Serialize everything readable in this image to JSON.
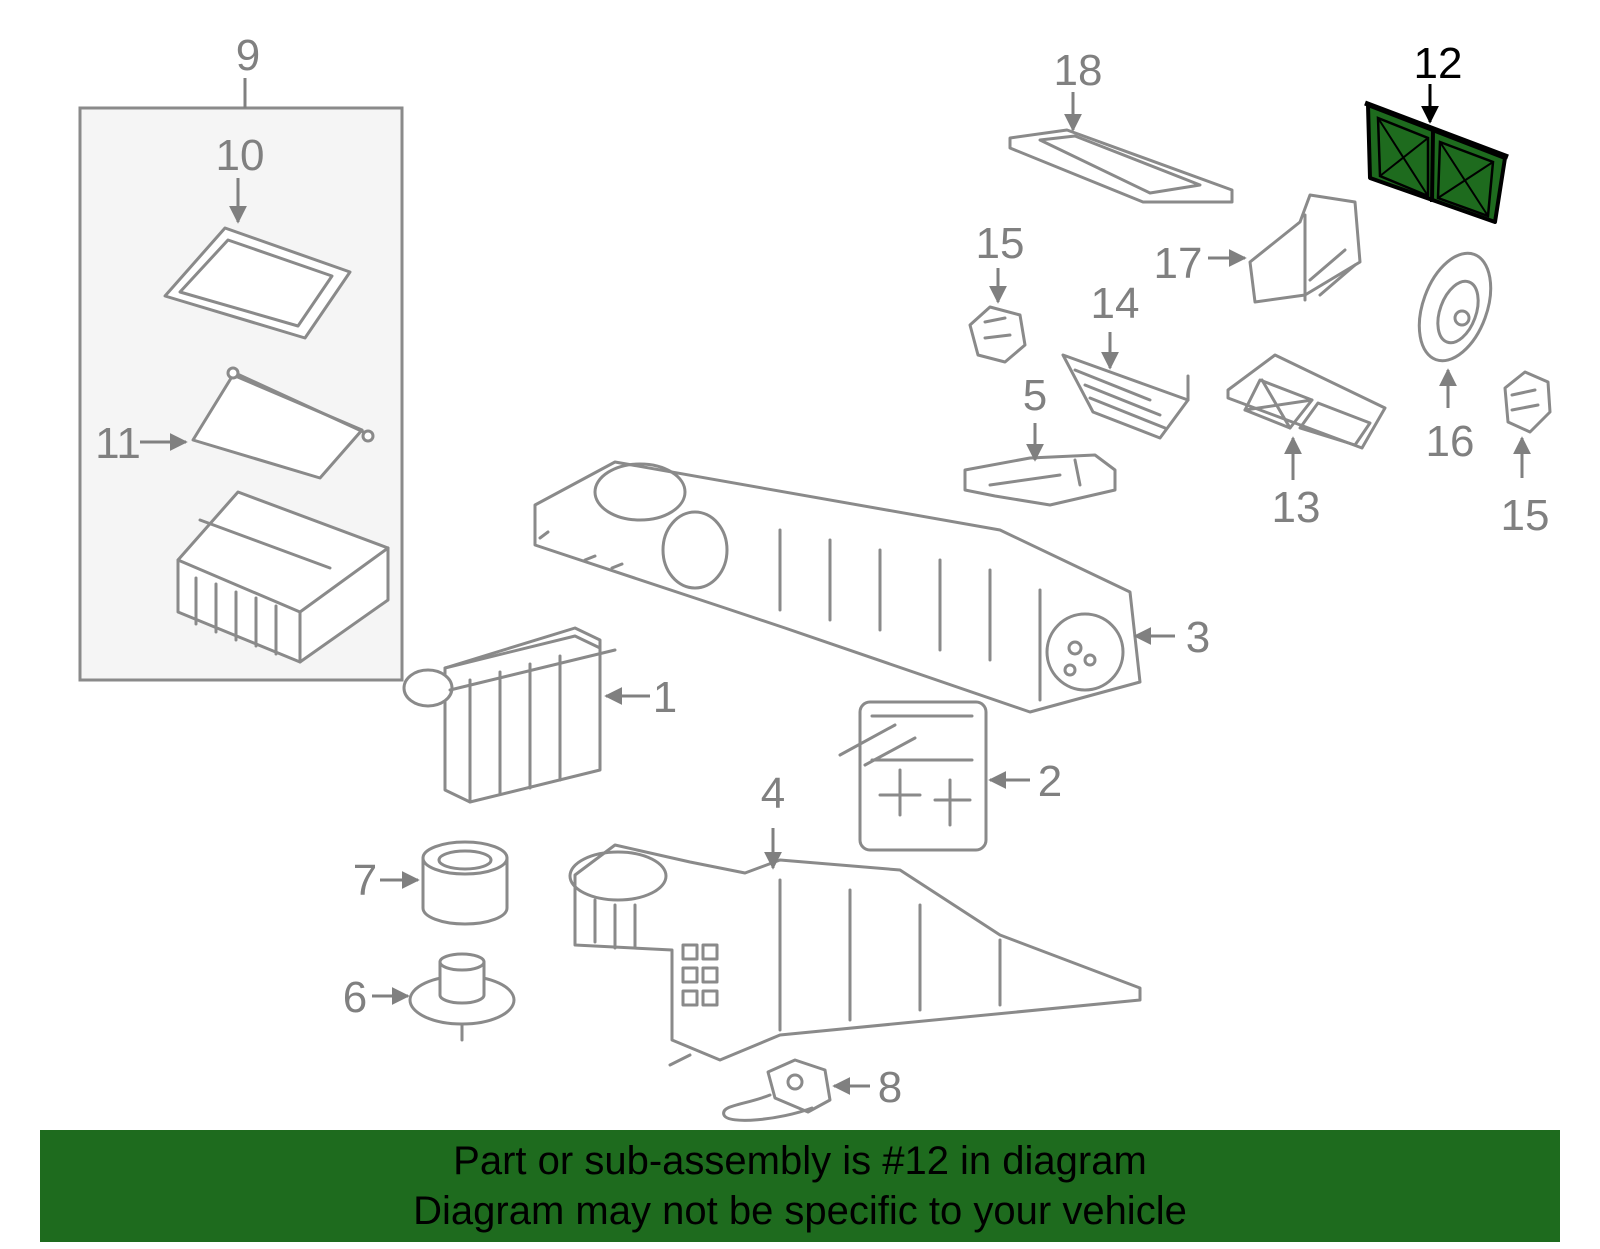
{
  "callouts": {
    "c1": "1",
    "c2": "2",
    "c3": "3",
    "c4": "4",
    "c5": "5",
    "c6": "6",
    "c7": "7",
    "c8": "8",
    "c9": "9",
    "c10": "10",
    "c11": "11",
    "c12": "12",
    "c13": "13",
    "c14": "14",
    "c15a": "15",
    "c15b": "15",
    "c16": "16",
    "c17": "17",
    "c18": "18"
  },
  "highlighted_part": "12",
  "colors": {
    "highlight": "#1e6b1e",
    "banner": "#1e6b1e",
    "line": "#8a8a8a",
    "group_box_fill": "#f5f5f5"
  },
  "banner": {
    "line1": "Part or sub-assembly is #12 in diagram",
    "line2": "Diagram may not be specific to your vehicle"
  }
}
